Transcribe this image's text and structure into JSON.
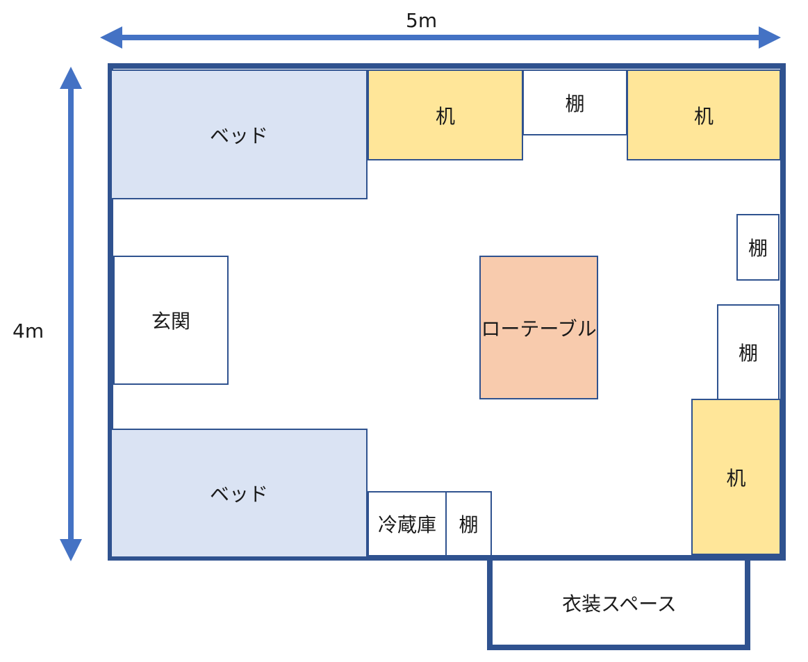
{
  "dimensions": {
    "width_label": "5m",
    "height_label": "4m"
  },
  "rooms": {
    "bed_top": "ベッド",
    "bed_bottom": "ベッド",
    "desk_top_left": "机",
    "shelf_top": "棚",
    "desk_top_right": "机",
    "shelf_right_upper": "棚",
    "shelf_right_lower": "棚",
    "desk_right": "机",
    "entrance": "玄関",
    "low_table": "ローテーブル",
    "fridge": "冷蔵庫",
    "shelf_bottom": "棚",
    "closet": "衣装スペース"
  },
  "colors": {
    "wall": "#2f528f",
    "arrow": "#4472c4",
    "bed": "#dae3f3",
    "desk": "#ffe699",
    "table": "#f8cbad"
  }
}
